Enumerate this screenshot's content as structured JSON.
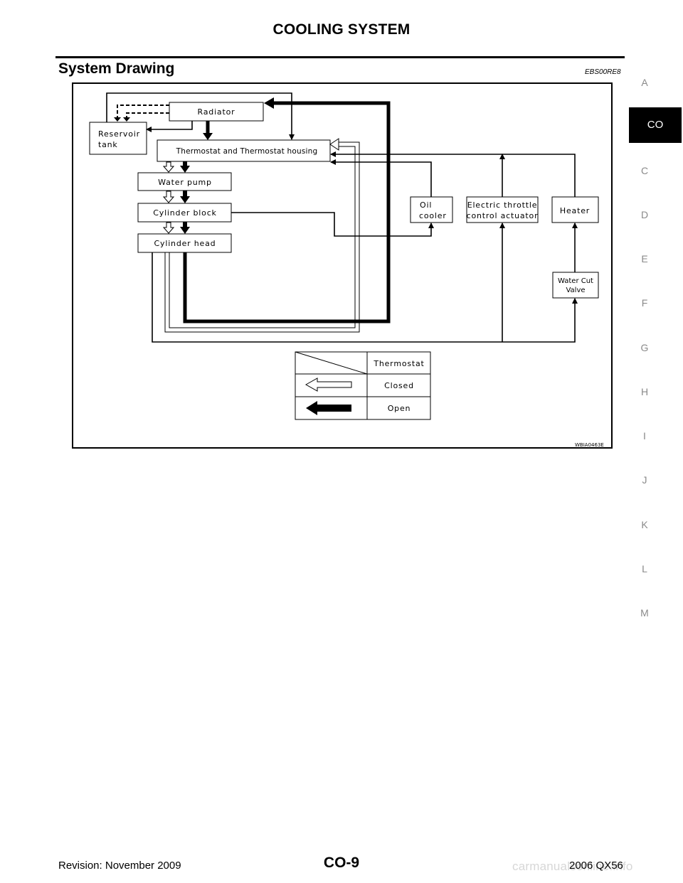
{
  "header": {
    "title": "COOLING SYSTEM"
  },
  "section": {
    "title": "System Drawing",
    "ref_code": "EBS00RE8"
  },
  "side_index": {
    "letters": [
      "A",
      "CO",
      "C",
      "D",
      "E",
      "F",
      "G",
      "H",
      "I",
      "J",
      "K",
      "L",
      "M"
    ],
    "active": "CO"
  },
  "diagram": {
    "components": {
      "radiator": "Radiator",
      "reservoir_line1": "Reservoir",
      "reservoir_line2": "tank",
      "thermostat_housing": "Thermostat and Thermostat housing",
      "water_pump": "Water pump",
      "cylinder_block": "Cylinder block",
      "cylinder_head": "Cylinder head",
      "oil_cooler_line1": "Oil",
      "oil_cooler_line2": "cooler",
      "throttle_line1": "Electric throttle",
      "throttle_line2": "control actuator",
      "heater": "Heater",
      "water_cut_line1": "Water Cut",
      "water_cut_line2": "Valve"
    },
    "legend": {
      "header": "Thermostat",
      "closed": "Closed",
      "open": "Open"
    },
    "figure_code": "WBIA0463E"
  },
  "footer": {
    "revision": "Revision: November 2009",
    "page_number": "CO-9",
    "model": "2006 QX56",
    "watermark": "carmanualsonline.info"
  }
}
